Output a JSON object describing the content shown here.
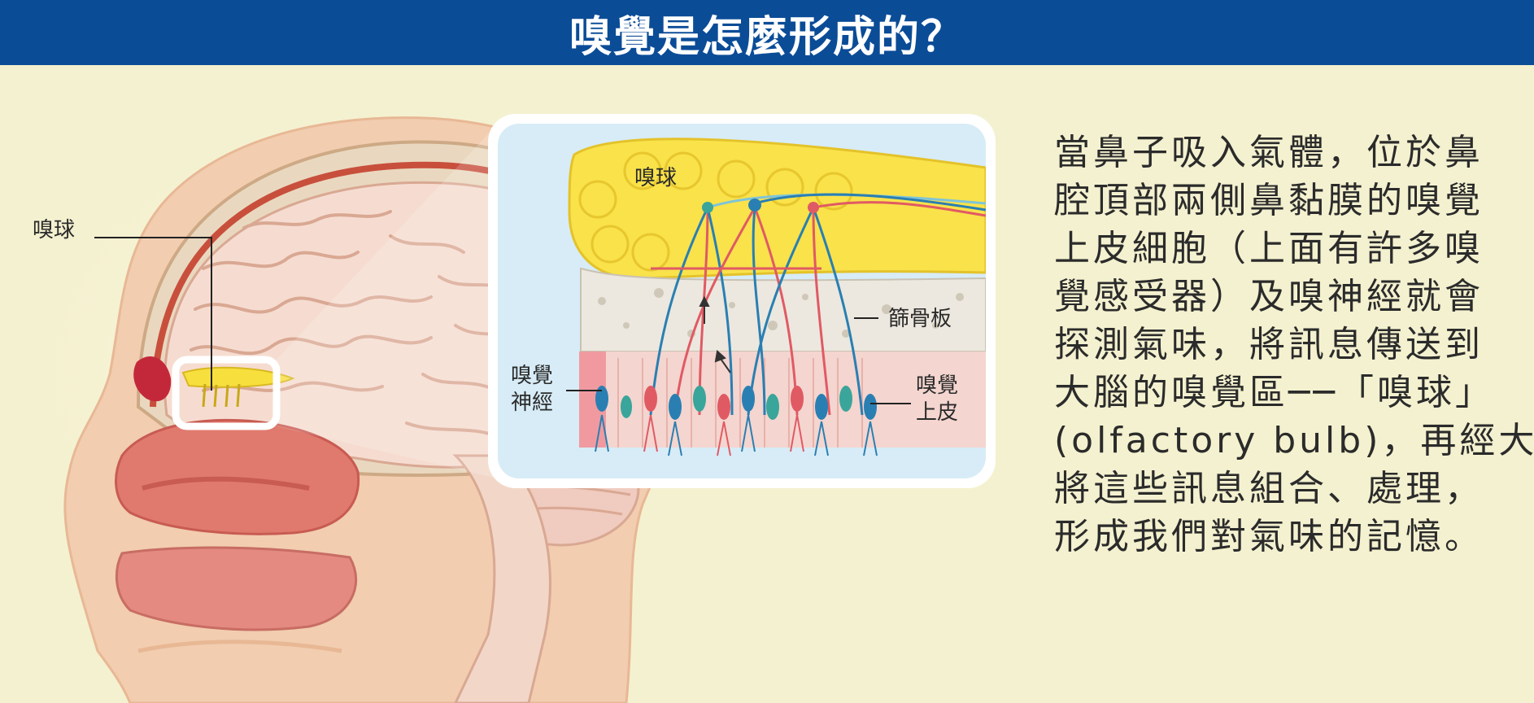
{
  "header": {
    "title": "嗅覺是怎麼形成的？"
  },
  "colors": {
    "header_bg": "#0b4c97",
    "page_bg": "#f4f1d0",
    "bulb": "#f9e24a",
    "nerve_blue": "#2a7fb2",
    "nerve_red": "#e05a64",
    "bone": "#ece8df"
  },
  "labels": {
    "head_bulb": "嗅球",
    "inset_bulb": "嗅球",
    "cribriform": "篩骨板",
    "nerve_line1": "嗅覺",
    "nerve_line2": "神經",
    "epi_line1": "嗅覺",
    "epi_line2": "上皮"
  },
  "description": {
    "lines": [
      "當鼻子吸入氣體，位於鼻",
      "腔頂部兩側鼻黏膜的嗅覺",
      "上皮細胞（上面有許多嗅",
      "覺感受器）及嗅神經就會",
      "探測氣味，將訊息傳送到",
      "大腦的嗅覺區──「嗅球」",
      "(olfactory bulb)，再經大腦",
      "將這些訊息組合、處理，",
      "形成我們對氣味的記憶。"
    ]
  }
}
